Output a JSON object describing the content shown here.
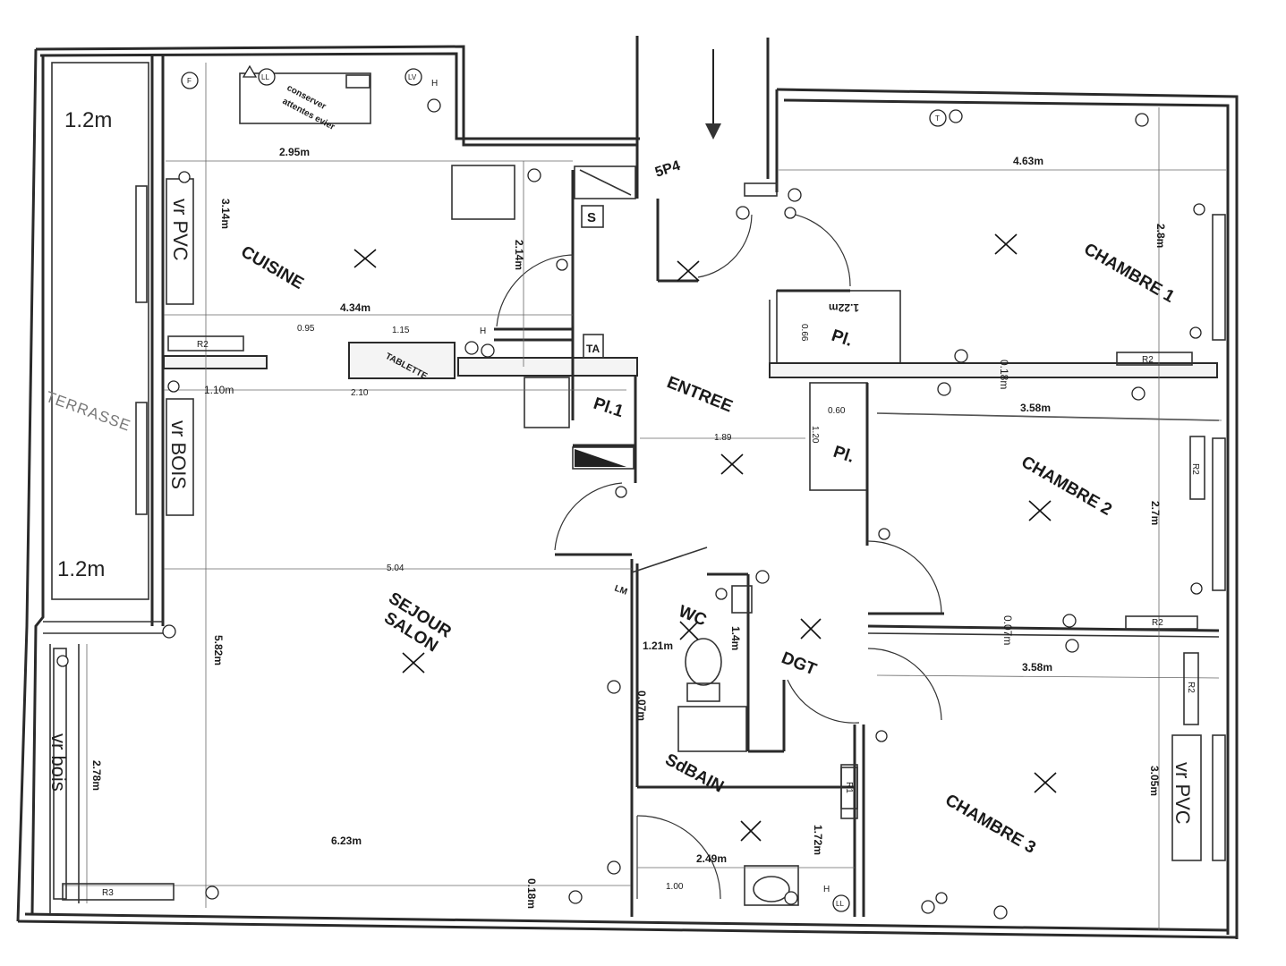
{
  "rooms": {
    "cuisine": "CUISINE",
    "sejour": "SEJOUR",
    "salon": "SALON",
    "entree": "ENTREE",
    "chambre1": "CHAMBRE 1",
    "chambre2": "CHAMBRE 2",
    "chambre3": "CHAMBRE 3",
    "wc": "WC",
    "dgt": "DGT",
    "sdbain": "SdBAIN",
    "pl1": "Pl.1",
    "pl_a": "Pl.",
    "pl_b": "Pl.",
    "terrasse": "TERRASSE"
  },
  "labels": {
    "s_box": "S",
    "ta_box": "TA",
    "tablette": "TABLETTE",
    "sp4": "5P4",
    "conserver": "conserver",
    "attentes": "attentes evier",
    "vr_pvc_left": "vr PVC",
    "vr_bois_mid": "vr BOIS",
    "vr_bois_low": "vr bois",
    "vr_pvc_right": "vr PVC",
    "terrace_top": "1.2m",
    "terrace_bottom": "1.2m",
    "r2_kitchen": "R2",
    "r2_ch1": "R2",
    "r2_ch2a": "R2",
    "r2_ch2b": "R2",
    "r2_ch3": "R2",
    "r3": "R3",
    "r1": "R1",
    "lm": "LM",
    "sock_f": "F",
    "sock_ll_a": "LL",
    "sock_lv": "LV",
    "sock_h_a": "H",
    "sock_h_b": "H",
    "sock_h_c": "H",
    "sock_ll_b": "LL",
    "sock_t": "T"
  },
  "dimensions": {
    "d_295": "2.95m",
    "d_314": "3.14m",
    "d_214": "2.14m",
    "d_434": "4.34m",
    "d_095": "0.95",
    "d_115": "1.15",
    "d_210": "2.10",
    "d_110": "1.10m",
    "d_504": "5.04",
    "d_582": "5.82m",
    "d_278": "2.78m",
    "d_623": "6.23m",
    "d_018a": "0.18m",
    "d_463": "4.63m",
    "d_28": "2.8m",
    "d_122": "1.22m",
    "d_066": "0.66",
    "d_018b": "0.18m",
    "d_358a": "3.58m",
    "d_060": "0.60",
    "d_120": "1.20",
    "d_189": "1.89",
    "d_27": "2.7m",
    "d_007a": "0.07m",
    "d_358b": "3.58m",
    "d_305": "3.05m",
    "d_14": "1.4m",
    "d_121": "1.21m",
    "d_007b": "0.07m",
    "d_249": "2.49m",
    "d_100": "1.00",
    "d_172": "1.72m"
  }
}
